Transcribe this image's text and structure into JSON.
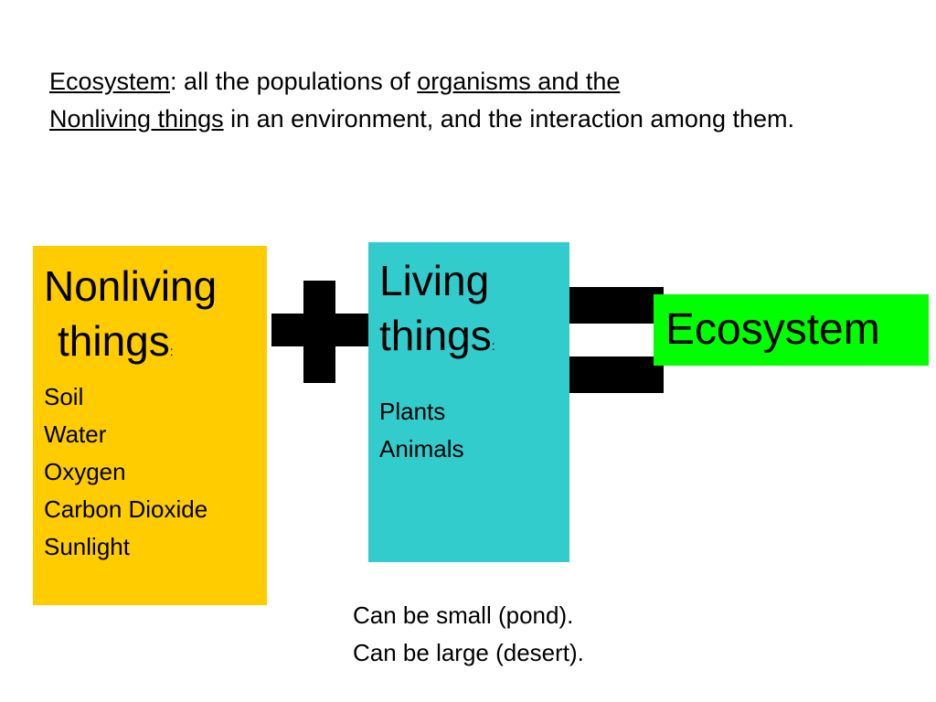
{
  "definition": {
    "term": "Ecosystem",
    "text_a": ":  all the populations of ",
    "term2_line1": "organisms and the ",
    "term2_line2": "Nonliving things",
    "text_b": " in an environment, and the interaction among them."
  },
  "nonliving": {
    "heading_line1": "Nonliving",
    "heading_line2": "things",
    "colon": ":",
    "items": [
      "Soil",
      "Water",
      "Oxygen",
      "Carbon Dioxide",
      "Sunlight"
    ],
    "color": "#ffcc00"
  },
  "operators": {
    "plus_icon": "plus-icon",
    "equals_icon": "equals-icon",
    "color": "#000000"
  },
  "living": {
    "heading_line1": "Living",
    "heading_line2": "things",
    "colon": ":",
    "items": [
      "Plants",
      "Animals"
    ],
    "color": "#33cccc"
  },
  "result": {
    "label": "Ecosystem",
    "color": "#00ff00"
  },
  "notes": {
    "line1": "Can be small (pond).",
    "line2": "Can be large (desert)."
  }
}
